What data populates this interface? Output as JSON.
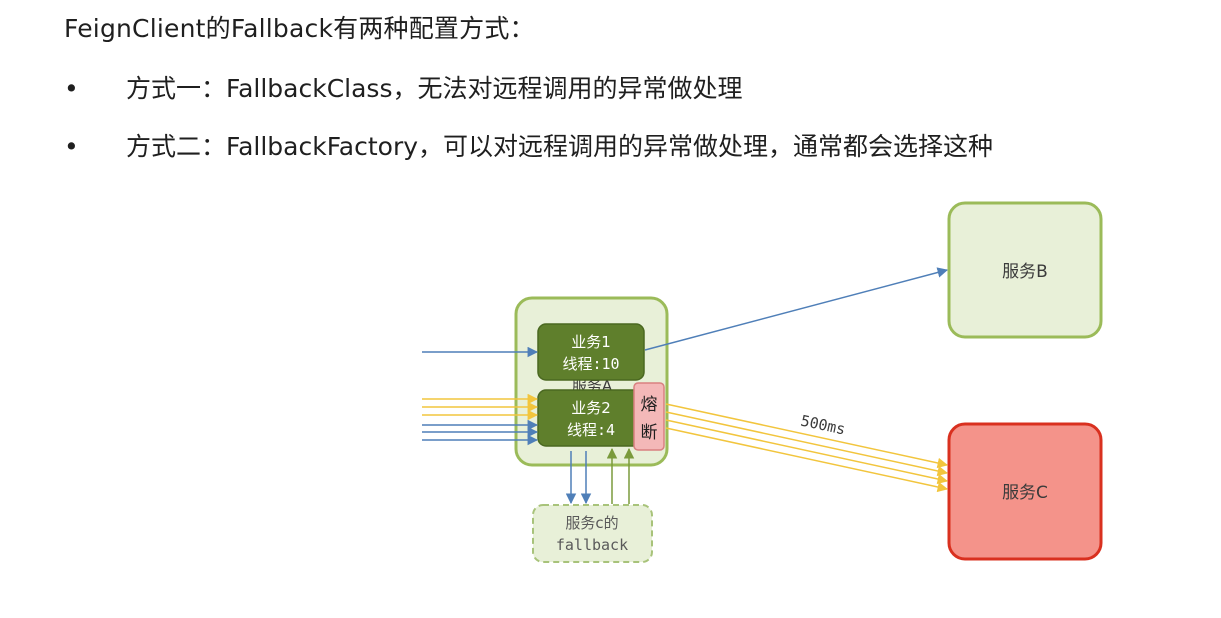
{
  "heading": {
    "title": "FeignClient的Fallback有两种配置方式："
  },
  "bullets": [
    {
      "marker": "•",
      "text": "方式一：FallbackClass，无法对远程调用的异常做处理"
    },
    {
      "marker": "•",
      "text": "方式二：FallbackFactory，可以对远程调用的异常做处理，通常都会选择这种"
    }
  ],
  "diagram": {
    "service_a_label": "服务A",
    "business1": {
      "line1": "业务1",
      "line2": "线程:10"
    },
    "business2": {
      "line1": "业务2",
      "line2": "线程:4"
    },
    "breaker": {
      "char1": "熔",
      "char2": "断"
    },
    "service_b_label": "服务B",
    "service_c_label": "服务C",
    "latency_label": "500ms",
    "fallback": {
      "line1": "服务c的",
      "line2": "fallback"
    },
    "colors": {
      "service_box_fill": "#e8f0d8",
      "service_box_stroke": "#9bbb59",
      "business_fill": "#5f7f2c",
      "breaker_fill": "#f4b8b8",
      "service_c_fill": "#f4938a",
      "service_c_stroke": "#d9301f",
      "blue_arrow": "#4f7fb8",
      "yellow_arrow": "#f2c53d",
      "green_arrow": "#7a9a3c"
    }
  }
}
